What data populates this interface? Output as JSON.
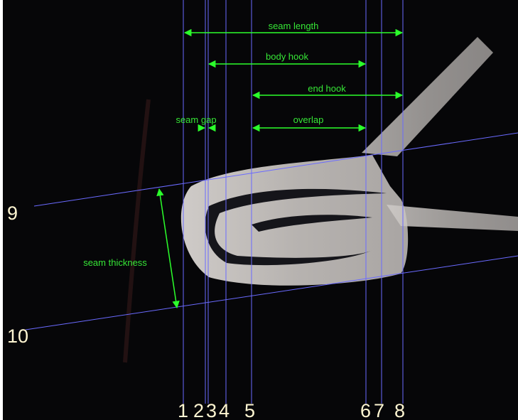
{
  "image": {
    "subject": "seam cross-section micrograph",
    "colors": {
      "background": "#060608",
      "guide_lines": "#6a6aff",
      "measure_arrows": "#2bff2b",
      "measure_text": "#36e636",
      "numbers": "#fff6d2",
      "metal": "#b9b5b3"
    }
  },
  "measurements": {
    "seam_length": "seam length",
    "body_hook": "body hook",
    "end_hook": "end hook",
    "seam_gap": "seam gap",
    "overlap": "overlap",
    "seam_thickness": "seam thickness"
  },
  "line_numbers": {
    "n1": "1",
    "n2": "2",
    "n3": "3",
    "n4": "4",
    "n5": "5",
    "n6": "6",
    "n7": "7",
    "n8": "8",
    "n9": "9",
    "n10": "10"
  }
}
